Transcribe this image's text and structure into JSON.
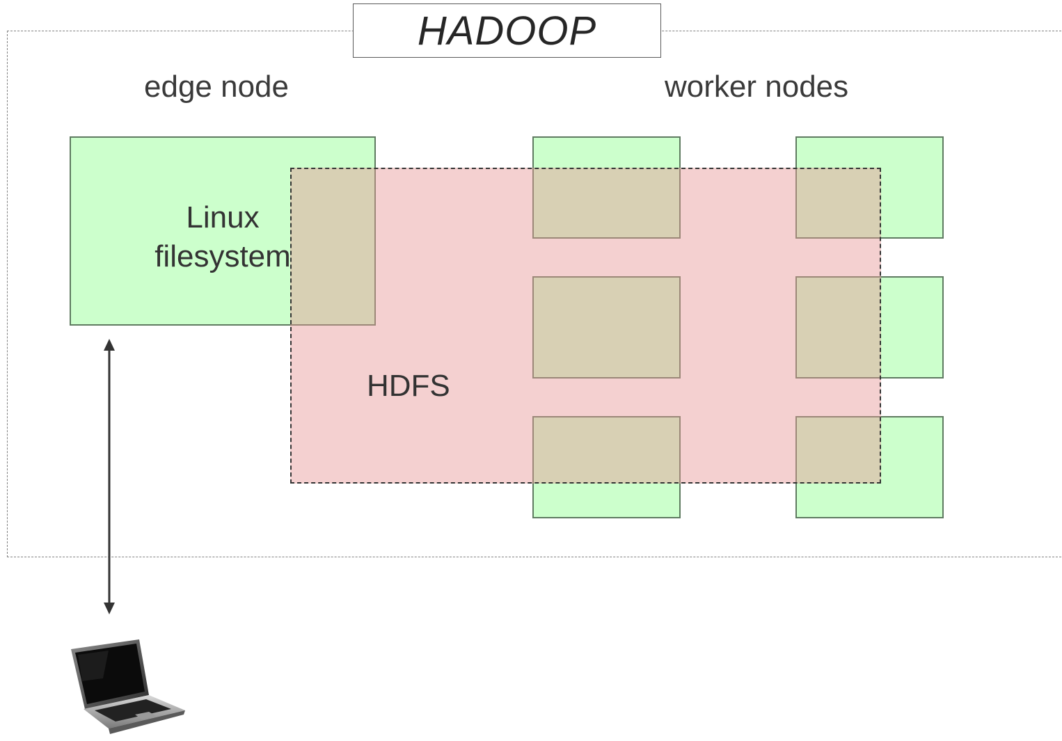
{
  "cluster": {
    "title": "HADOOP",
    "edge_label": "edge node",
    "workers_label": "worker nodes"
  },
  "edge_node": {
    "line1": "Linux",
    "line2": "filesystem"
  },
  "hdfs": {
    "label": "HDFS"
  },
  "worker_nodes": {
    "count": 6
  },
  "colors": {
    "node_fill": "#ccffcc",
    "hdfs_fill": "#e69696",
    "frame_border": "#7f7f7f"
  },
  "icons": {
    "client": "laptop-icon",
    "connection": "double-arrow"
  }
}
